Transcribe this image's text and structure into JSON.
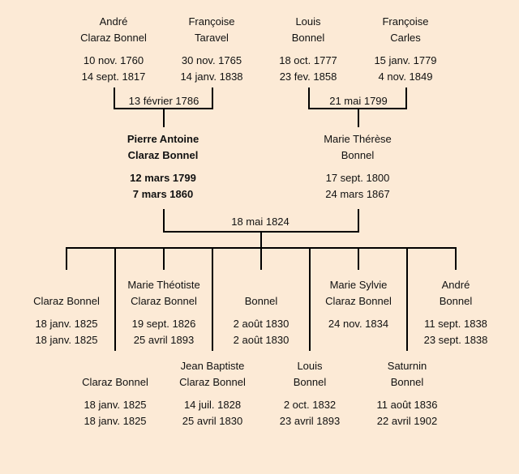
{
  "grandparents": [
    {
      "name1": "André",
      "name2": "Claraz Bonnel",
      "birth": "10 nov. 1760",
      "death": "14 sept. 1817"
    },
    {
      "name1": "Françoise",
      "name2": "Taravel",
      "birth": "30 nov. 1765",
      "death": "14 janv. 1838"
    },
    {
      "name1": "Louis",
      "name2": "Bonnel",
      "birth": "18 oct. 1777",
      "death": "23 fev. 1858"
    },
    {
      "name1": "Françoise",
      "name2": "Carles",
      "birth": "15 janv. 1779",
      "death": "4 nov. 1849"
    }
  ],
  "grandparent_marriages": [
    "13 février 1786",
    "21 mai 1799"
  ],
  "parents": [
    {
      "name1": "Pierre Antoine",
      "name2": "Claraz Bonnel",
      "birth": "12 mars 1799",
      "death": "7 mars 1860",
      "highlighted": true
    },
    {
      "name1": "Marie Thérèse",
      "name2": "Bonnel",
      "birth": "17 sept. 1800",
      "death": "24 mars 1867"
    }
  ],
  "parent_marriage": "18 mai 1824",
  "children": [
    {
      "name1": "",
      "name2": "Claraz Bonnel",
      "birth": "18 janv. 1825",
      "death": "18 janv. 1825"
    },
    {
      "name1": "",
      "name2": "Claraz Bonnel",
      "birth": "18 janv. 1825",
      "death": "18 janv. 1825"
    },
    {
      "name1": "Marie Théotiste",
      "name2": "Claraz Bonnel",
      "birth": "19 sept. 1826",
      "death": "25 avril 1893"
    },
    {
      "name1": "Jean Baptiste",
      "name2": "Claraz Bonnel",
      "birth": "14 juil. 1828",
      "death": "25 avril 1830"
    },
    {
      "name1": "",
      "name2": "Bonnel",
      "birth": "2 août 1830",
      "death": "2 août 1830"
    },
    {
      "name1": "Louis",
      "name2": "Bonnel",
      "birth": "2 oct. 1832",
      "death": "23 avril 1893"
    },
    {
      "name1": "Marie Sylvie",
      "name2": "Claraz Bonnel",
      "birth": "24 nov. 1834",
      "death": ""
    },
    {
      "name1": "Saturnin",
      "name2": "Bonnel",
      "birth": "11 août 1836",
      "death": "22 avril 1902"
    },
    {
      "name1": "André",
      "name2": "Bonnel",
      "birth": "11 sept. 1838",
      "death": "23 sept. 1838"
    }
  ]
}
